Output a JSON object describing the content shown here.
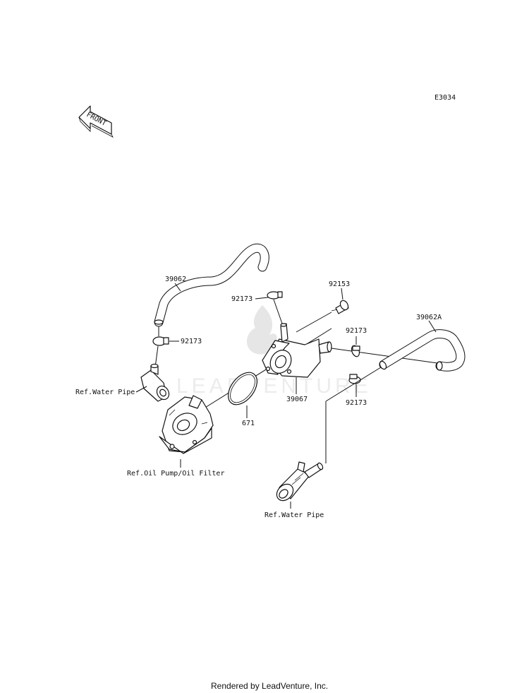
{
  "diagram_code": "E3034",
  "front_label": "FRONT",
  "watermark_text": "LEADVENTURE",
  "labels": {
    "hose_upper": "39062",
    "clamp_upper_left": "92173",
    "clamp_upper_mid": "92173",
    "bolt": "92153",
    "hose_right": "39062A",
    "clamp_right_upper": "92173",
    "clamp_right_lower": "92173",
    "oil_cooler": "39067",
    "o_ring": "671",
    "ref_water_pipe_left": "Ref.Water Pipe",
    "ref_oil_pump": "Ref.Oil Pump/Oil Filter",
    "ref_water_pipe_bottom": "Ref.Water Pipe"
  },
  "footer": "Rendered by LeadVenture, Inc."
}
